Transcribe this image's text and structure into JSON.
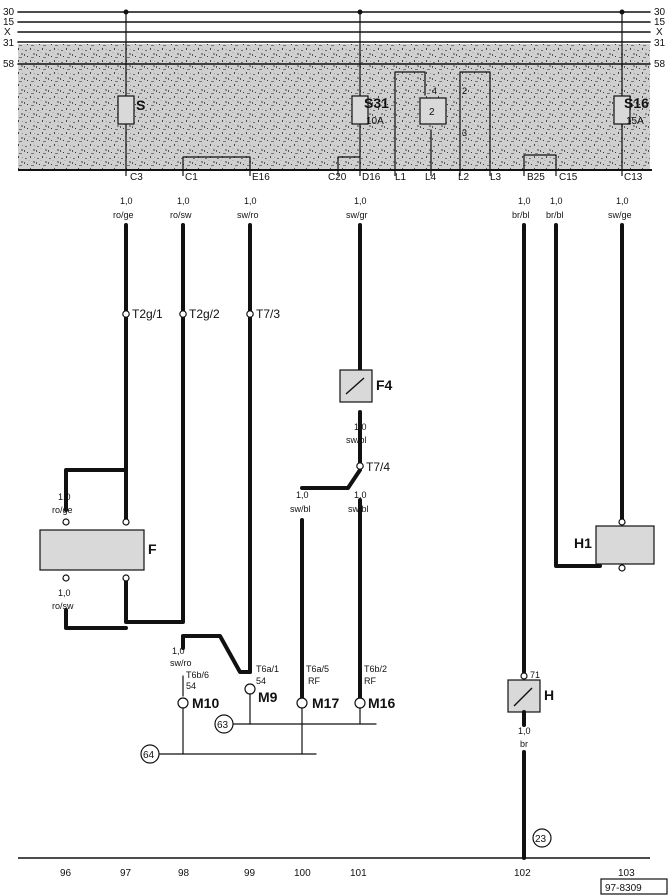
{
  "rails": {
    "left": [
      "30",
      "15",
      "X",
      "31"
    ],
    "right": [
      "30",
      "15",
      "X",
      "31"
    ],
    "line58_left": "58",
    "line58_right": "58"
  },
  "fuse_labels": {
    "s_left": "S",
    "s_mid": "S31",
    "s_mid_rating": "10A",
    "relay_pin1": "4",
    "relay_pin2": "2",
    "relay_pin3": "3",
    "relay_number": "2",
    "s_right": "S16",
    "s_right_rating": "15A"
  },
  "terminals": [
    "C3",
    "C1",
    "E16",
    "C20",
    "D16",
    "L1",
    "L4",
    "L2",
    "L3",
    "B25",
    "C15",
    "C13"
  ],
  "wires": {
    "c3": {
      "size": "1,0",
      "color": "ro/ge"
    },
    "c1": {
      "size": "1,0",
      "color": "ro/sw"
    },
    "e16": {
      "size": "1,0",
      "color": "sw/ro"
    },
    "d16": {
      "size": "1,0",
      "color": "sw/gr"
    },
    "b25": {
      "size": "1,0",
      "color": "br/bl"
    },
    "c15": {
      "size": "1,0",
      "color": "br/bl"
    },
    "c13": {
      "size": "1,0",
      "color": "sw/ge"
    },
    "f4_out": {
      "size": "1,0",
      "color": "sw/bl"
    },
    "t74_left": {
      "size": "1,0",
      "color": "sw/bl"
    },
    "t74_right": {
      "size": "1,0",
      "color": "sw/bl"
    },
    "f_top": {
      "size": "1,0",
      "color": "ro/ge"
    },
    "f_bottom": {
      "size": "1,0",
      "color": "ro/sw"
    },
    "m10": {
      "size": "1,0",
      "color": "sw/ro"
    },
    "h_out": {
      "size": "1,0",
      "color": "br"
    }
  },
  "connectors": {
    "t2g1": "T2g/1",
    "t2g2": "T2g/2",
    "t73": "T7/3",
    "t74": "T7/4",
    "t6b6": "T6b/6",
    "t6b6_sub": "54",
    "t6a1": "T6a/1",
    "t6a1_sub": "54",
    "t6a5": "T6a/5",
    "t6a5_sub": "RF",
    "t6b2": "T6b/2",
    "t6b2_sub": "RF",
    "h_pin": "71"
  },
  "components": {
    "f": "F",
    "f4": "F4",
    "h": "H",
    "h1": "H1",
    "m10": "M10",
    "m9": "M9",
    "m17": "M17",
    "m16": "M16"
  },
  "grounds": {
    "g63": "63",
    "g64": "64",
    "g23": "23"
  },
  "footer": {
    "numbers": [
      "96",
      "97",
      "98",
      "99",
      "100",
      "101",
      "102",
      "103"
    ],
    "drawing_id": "97-8309"
  }
}
